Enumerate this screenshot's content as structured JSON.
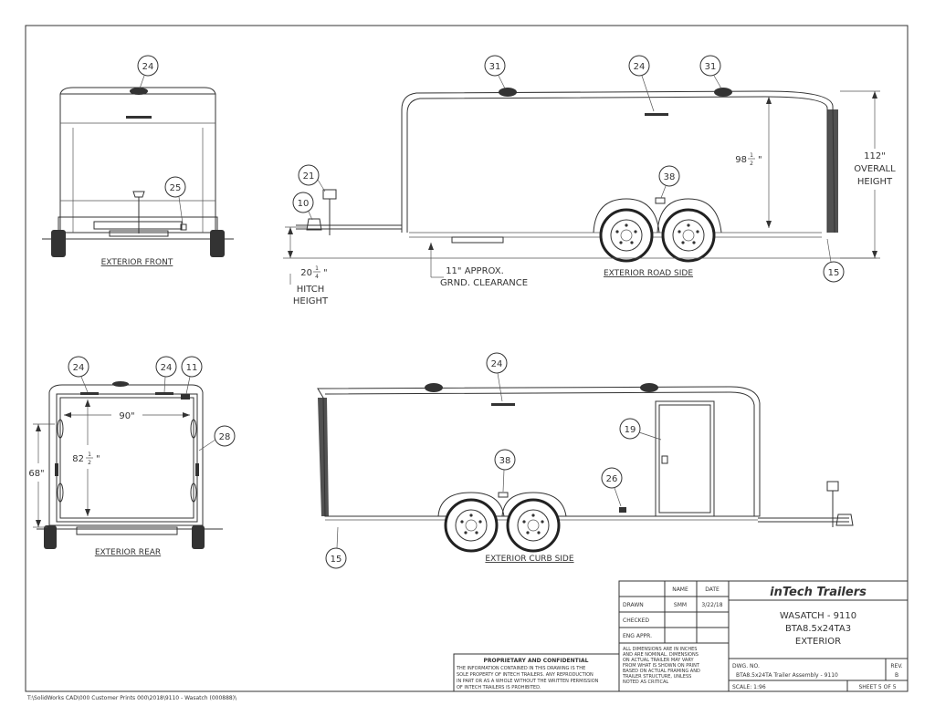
{
  "views": {
    "front": "EXTERIOR FRONT",
    "road_side": "EXTERIOR ROAD SIDE",
    "rear": "EXTERIOR REAR",
    "curb_side": "EXTERIOR CURB SIDE"
  },
  "callouts": {
    "front_24": "24",
    "front_25": "25",
    "road_31a": "31",
    "road_24": "24",
    "road_31b": "31",
    "road_21": "21",
    "road_10": "10",
    "road_38": "38",
    "road_15": "15",
    "rear_24a": "24",
    "rear_24b": "24",
    "rear_11": "11",
    "rear_28": "28",
    "curb_24": "24",
    "curb_19": "19",
    "curb_38": "38",
    "curb_26": "26",
    "curb_15": "15"
  },
  "dimensions": {
    "road_height_whole": "98",
    "road_height_num": "1",
    "road_height_den": "2",
    "road_height_unit": "\"",
    "overall_1": "112\"",
    "overall_2": "OVERALL",
    "overall_3": "HEIGHT",
    "hitch_whole": "20",
    "hitch_num": "1",
    "hitch_den": "4",
    "hitch_unit": "\"",
    "hitch_1": "HITCH",
    "hitch_2": "HEIGHT",
    "clearance_1": "11\" APPROX.",
    "clearance_2": "GRND. CLEARANCE",
    "rear_width": "90\"",
    "rear_height_whole": "82",
    "rear_height_num": "1",
    "rear_height_den": "2",
    "rear_height_unit": "\"",
    "rear_side": "68\""
  },
  "title_block": {
    "col_name": "NAME",
    "col_date": "DATE",
    "row_drawn": "DRAWN",
    "row_checked": "CHECKED",
    "row_eng": "ENG APPR.",
    "drawn_name": "SMM",
    "drawn_date": "3/22/18",
    "company": "inTech Trailers",
    "title_1": "WASATCH - 9110",
    "title_2": "BTA8.5x24TA3",
    "title_3": "EXTERIOR",
    "dwg_label": "DWG. NO.",
    "dwg_no": "BTA8.5x24TA Trailer Assembly - 9110",
    "rev_label": "REV.",
    "rev": "B",
    "scale": "SCALE: 1:96",
    "sheet": "SHEET 5 OF 5",
    "proprietary_heading": "PROPRIETARY AND CONFIDENTIAL",
    "proprietary_1": "THE INFORMATION CONTAINED IN THIS DRAWING IS THE",
    "proprietary_2": "SOLE PROPERTY OF INTECH TRAILERS.  ANY REPRODUCTION",
    "proprietary_3": "IN PART OR AS A WHOLE WITHOUT THE WRITTEN PERMISSION",
    "proprietary_4": "OF INTECH TRAILERS IS  PROHIBITED.",
    "note_1": "ALL DIMENSIONS ARE IN INCHES",
    "note_2": "AND ARE NOMINAL.  DIMENSIONS",
    "note_3": "ON ACTUAL TRAILER MAY VARY",
    "note_4": "FROM WHAT IS SHOWN ON PRINT",
    "note_5": "BASED ON ACTUAL FRAMING AND",
    "note_6": "TRAILER STRUCTURE, UNLESS",
    "note_7": "NOTED AS CRITICAL"
  },
  "file_path": "T:\\SolidWorks CAD\\000 Customer Prints 000\\2018\\9110 - Wasatch (000888)\\"
}
